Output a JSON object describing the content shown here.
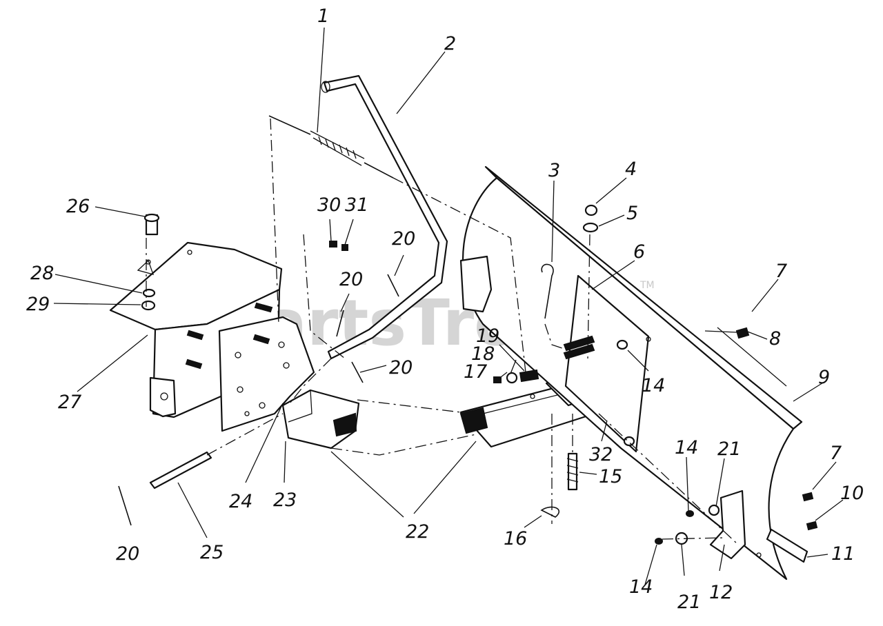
{
  "watermark": {
    "text": "PartsTree",
    "trademark": "TM"
  },
  "callouts": {
    "c1": "1",
    "c2": "2",
    "c3": "3",
    "c4": "4",
    "c5": "5",
    "c6": "6",
    "c7a": "7",
    "c7b": "7",
    "c8": "8",
    "c9": "9",
    "c10": "10",
    "c11": "11",
    "c12": "12",
    "c14a": "14",
    "c14b": "14",
    "c14c": "14",
    "c15": "15",
    "c16": "16",
    "c17": "17",
    "c18": "18",
    "c19": "19",
    "c20a": "20",
    "c20b": "20",
    "c20c": "20",
    "c20d": "20",
    "c21a": "21",
    "c21b": "21",
    "c22": "22",
    "c23": "23",
    "c24": "24",
    "c25": "25",
    "c26": "26",
    "c27": "27",
    "c28": "28",
    "c29": "29",
    "c30": "30",
    "c31": "31",
    "c32": "32"
  },
  "colors": {
    "ink": "#111111",
    "watermark": "#c8c8c8",
    "background": "#ffffff"
  }
}
